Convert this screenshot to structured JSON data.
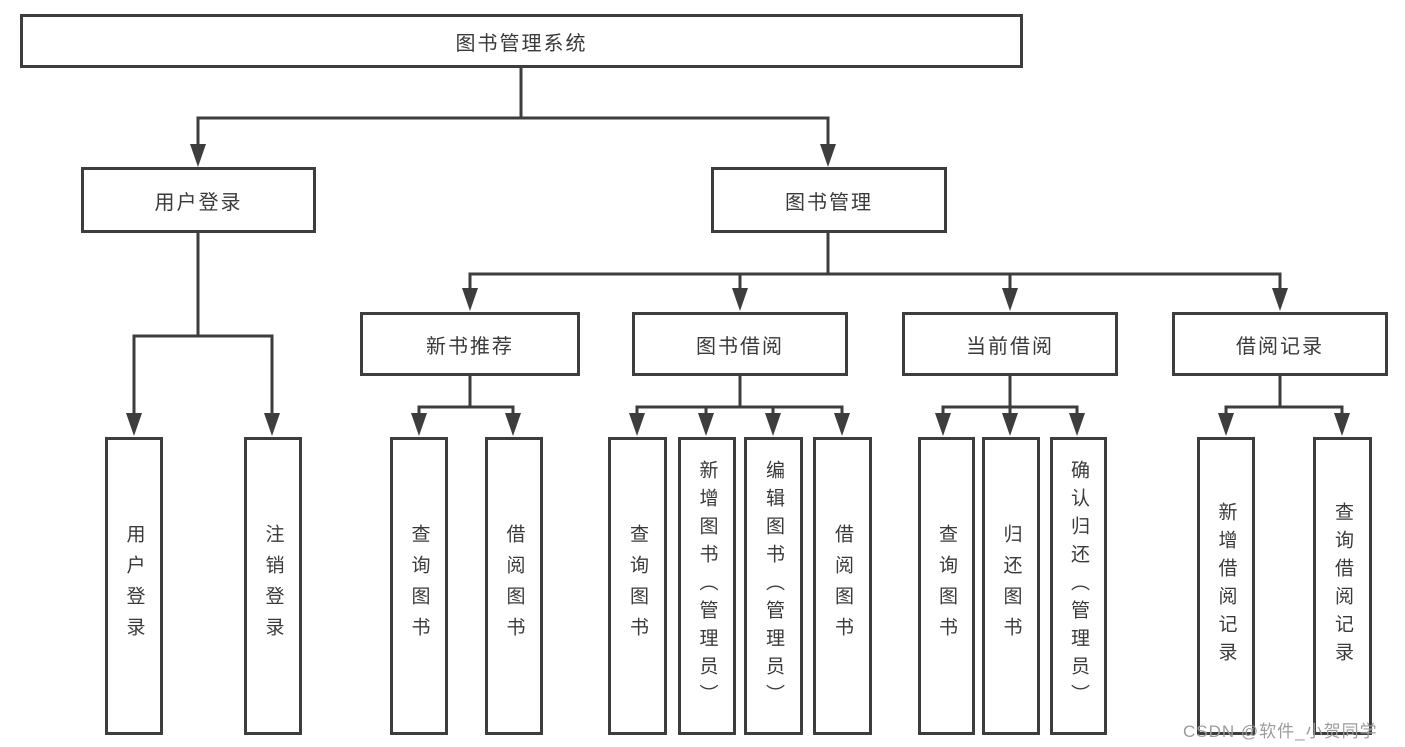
{
  "diagram": {
    "title_node": {
      "label": "图书管理系统"
    },
    "branches": [
      {
        "label": "用户登录",
        "children": [
          {
            "label": "用户登录"
          },
          {
            "label": "注销登录"
          }
        ]
      },
      {
        "label": "图书管理",
        "children": [
          {
            "label": "新书推荐",
            "children": [
              {
                "label": "查询图书"
              },
              {
                "label": "借阅图书"
              }
            ]
          },
          {
            "label": "图书借阅",
            "children": [
              {
                "label": "查询图书"
              },
              {
                "label": "新增图书（管理员）"
              },
              {
                "label": "编辑图书（管理员）"
              },
              {
                "label": "借阅图书"
              }
            ]
          },
          {
            "label": "当前借阅",
            "children": [
              {
                "label": "查询图书"
              },
              {
                "label": "归还图书"
              },
              {
                "label": "确认归还（管理员）"
              }
            ]
          },
          {
            "label": "借阅记录",
            "children": [
              {
                "label": "新增借阅记录"
              },
              {
                "label": "查询借阅记录"
              }
            ]
          }
        ]
      }
    ],
    "watermark": "CSDN @软件_小贺同学",
    "colors": {
      "line": "#3d3d3d",
      "text": "#3a3a3a",
      "watermark": "#9c9c9c",
      "background": "#ffffff"
    }
  }
}
